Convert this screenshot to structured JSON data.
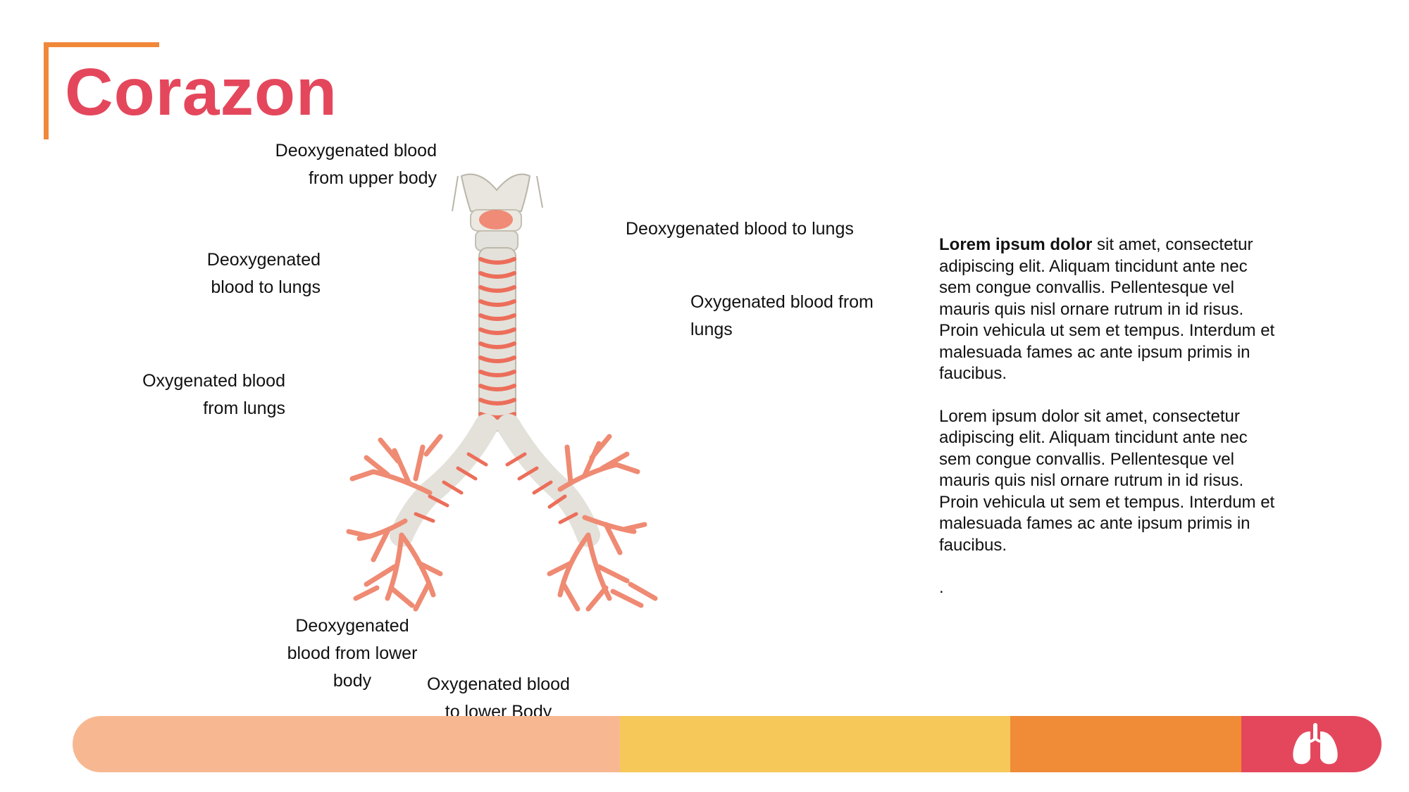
{
  "title": "Corazon",
  "labels": {
    "upper_body": "Deoxygenated blood\nfrom upper body",
    "left_lungs": "Deoxygenated\nblood to lungs",
    "left_oxy": "Oxygenated blood\nfrom lungs",
    "lower_body": "Deoxygenated\nblood from lower\nbody",
    "to_lower": "Oxygenated blood\nto lower Body",
    "right_lungs": "Deoxygenated blood to lungs",
    "right_oxy": "Oxygenated blood from\nlungs"
  },
  "body": {
    "p1_bold": "Lorem ipsum dolor",
    "p1_rest": " sit amet, consectetur adipiscing elit. Aliquam tincidunt ante nec sem congue convallis. Pellentesque vel mauris quis nisl ornare rutrum in id risus. Proin vehicula ut sem et tempus. Interdum et malesuada fames ac ante ipsum primis in faucibus.",
    "p2": "Lorem ipsum dolor sit amet, consectetur adipiscing elit. Aliquam tincidunt ante nec sem congue convallis. Pellentesque vel mauris quis nisl ornare rutrum in id risus. Proin vehicula ut sem et tempus. Interdum et malesuada fames ac ante ipsum primis in faucibus.",
    "p3": "."
  },
  "colors": {
    "title": "#E4475C",
    "accent_bracket": "#F0883A",
    "bar_1": "#F7B891",
    "bar_2": "#F6C85A",
    "bar_3": "#F08B38",
    "bar_4": "#E4475C"
  },
  "icons": [
    "lungs-icon"
  ]
}
